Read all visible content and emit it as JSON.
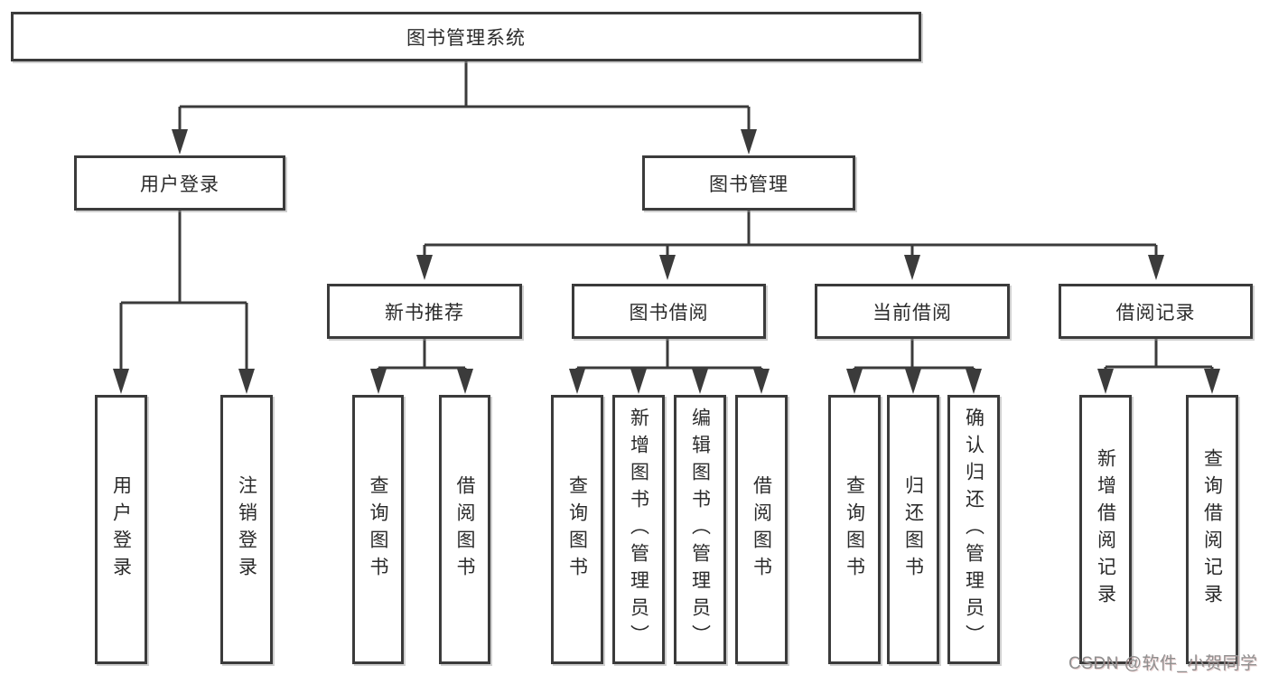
{
  "watermark": {
    "text": "CSDN @软件_小贺同学",
    "color": "#8f8f8f"
  },
  "style": {
    "line_color": "#3b3b3b",
    "box_background": "#ffffff"
  },
  "chart_data": {
    "type": "tree-diagram",
    "title": "图书管理系统"
  },
  "tree": {
    "label": "图书管理系统",
    "children": [
      {
        "label": "用户登录",
        "children": [
          {
            "label": "用户登录"
          },
          {
            "label": "注销登录"
          }
        ]
      },
      {
        "label": "图书管理",
        "children": [
          {
            "label": "新书推荐",
            "children": [
              {
                "label": "查询图书"
              },
              {
                "label": "借阅图书"
              }
            ]
          },
          {
            "label": "图书借阅",
            "children": [
              {
                "label": "查询图书"
              },
              {
                "label": "新增图书（管理员）"
              },
              {
                "label": "编辑图书（管理员）"
              },
              {
                "label": "借阅图书"
              }
            ]
          },
          {
            "label": "当前借阅",
            "children": [
              {
                "label": "查询图书"
              },
              {
                "label": "归还图书"
              },
              {
                "label": "确认归还（管理员）"
              }
            ]
          },
          {
            "label": "借阅记录",
            "children": [
              {
                "label": "新增借阅记录"
              },
              {
                "label": "查询借阅记录"
              }
            ]
          }
        ]
      }
    ]
  }
}
